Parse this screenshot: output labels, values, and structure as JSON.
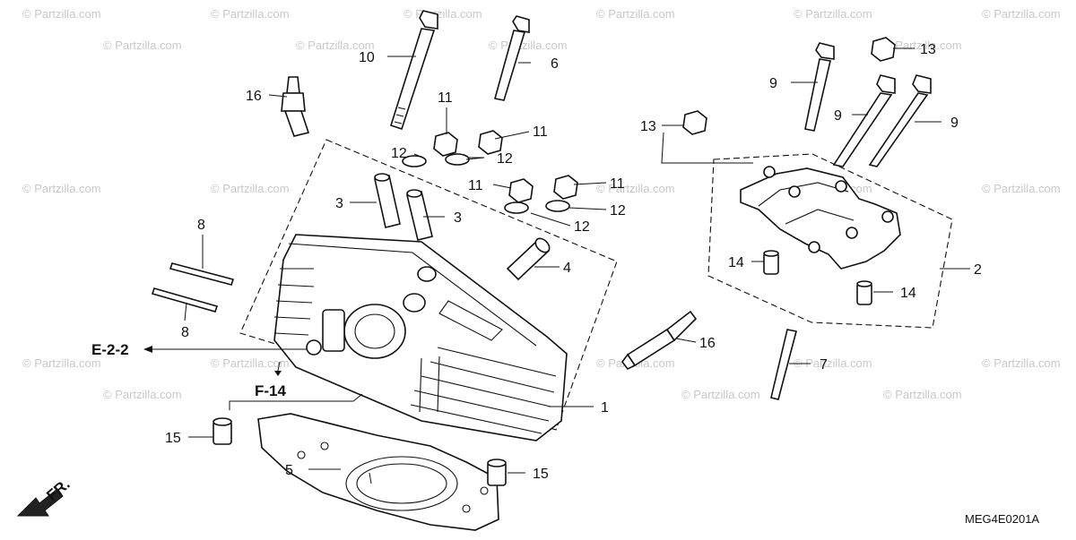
{
  "watermark": "© Partzilla.com",
  "diagram_code": "MEG4E0201A",
  "front_marker": "FR.",
  "references": {
    "e22": "E-2-2",
    "f14": "F-14"
  },
  "callouts": {
    "c1": "1",
    "c2": "2",
    "c3a": "3",
    "c3b": "3",
    "c4": "4",
    "c5": "5",
    "c6": "6",
    "c7": "7",
    "c8a": "8",
    "c8b": "8",
    "c9a": "9",
    "c9b": "9",
    "c9c": "9",
    "c10": "10",
    "c11a": "11",
    "c11b": "11",
    "c11c": "11",
    "c11d": "11",
    "c12a": "12",
    "c12b": "12",
    "c12c": "12",
    "c12d": "12",
    "c13a": "13",
    "c13b": "13",
    "c14a": "14",
    "c14b": "14",
    "c15a": "15",
    "c15b": "15",
    "c16a": "16",
    "c16b": "16"
  }
}
